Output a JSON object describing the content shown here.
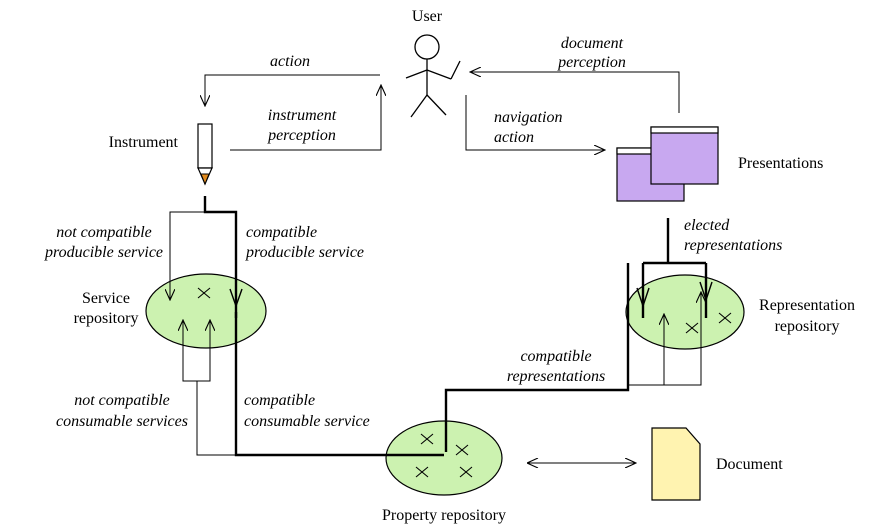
{
  "actors": {
    "user": "User",
    "instrument": "Instrument",
    "presentations": "Presentations",
    "document": "Document"
  },
  "repositories": {
    "service": [
      "Service",
      "repository"
    ],
    "representation": [
      "Representation",
      "repository"
    ],
    "property": "Property repository"
  },
  "flows": {
    "action": "action",
    "instrument_perception": [
      "instrument",
      "perception"
    ],
    "document_perception": [
      "document",
      "perception"
    ],
    "navigation_action": [
      "navigation",
      "action"
    ],
    "elected_representations": [
      "elected",
      "representations"
    ],
    "not_compatible_producible": [
      "not compatible",
      "producible service"
    ],
    "compatible_producible": [
      "compatible",
      "producible service"
    ],
    "compatible_representations": [
      "compatible",
      "representations"
    ],
    "not_compatible_consumable": [
      "not compatible",
      "consumable services"
    ],
    "compatible_consumable": [
      "compatible",
      "consumable service"
    ]
  },
  "colors": {
    "repository_fill": "#ccf2b0",
    "window_fill": "#c8a8f0",
    "document_fill": "#fff3b0",
    "pencil_tip": "#e08a1e",
    "line": "#000000"
  }
}
